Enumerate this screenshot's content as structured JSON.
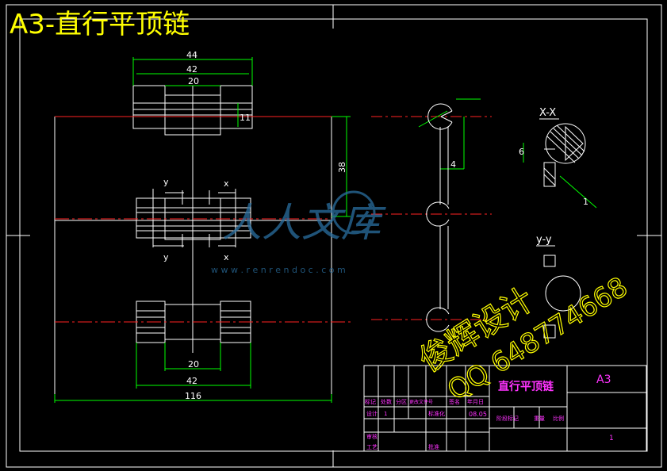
{
  "title": "A3-直行平顶链",
  "dims": {
    "w44": "44",
    "w42_top": "42",
    "w20_top": "20",
    "h11": "11",
    "h38": "38",
    "w20_bot": "20",
    "w42_bot": "42",
    "w116": "116",
    "d4": "4",
    "d6": "6",
    "d1": "1"
  },
  "section_labels": {
    "xx": "X-X",
    "yy": "y-y",
    "mark_y": "y",
    "mark_x": "x"
  },
  "watermark": {
    "brand": "人人文库",
    "url": "w w w . r e n r e n d o c . c o m"
  },
  "overlay": {
    "line1": "俊辉设计",
    "line2": "QQ 648774668"
  },
  "title_block": {
    "drawing_name": "直行平顶链",
    "sheet_size": "A3",
    "header_cells": [
      "标记",
      "处数",
      "分区",
      "更改文件号",
      "签名",
      "年月日"
    ],
    "row_design": "设计",
    "row_qty": "1",
    "row_std": "标准化",
    "row_date": "08.05",
    "stage_mark": "阶段标记",
    "weight": "重量",
    "scale": "比例",
    "review": "审核",
    "process": "工艺",
    "approve": "批准",
    "sheet_no": "1"
  },
  "colors": {
    "line": "#ffffff",
    "center": "#ff2222",
    "dim": "#00ff00",
    "text_title": "#ffff00",
    "tb_text": "#ff33ff",
    "watermark": "#2a6fa0"
  }
}
